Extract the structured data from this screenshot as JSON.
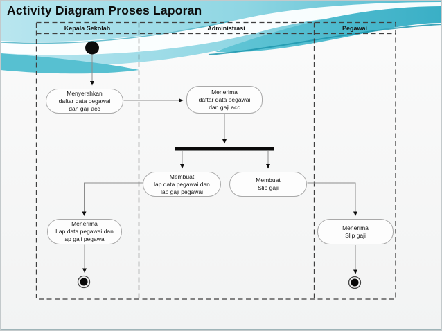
{
  "title": "Activity Diagram Proses Laporan",
  "diagram_type": "uml-activity-diagram",
  "lanes": [
    {
      "label": "Kepala Sekolah"
    },
    {
      "label": "Administrasi"
    },
    {
      "label": "Pegawai"
    }
  ],
  "activities": {
    "menyerahkan": "Menyerahkan\ndaftar data pegawai\ndan gaji acc",
    "menerima_daftar": "Menerima\ndaftar data pegawai\ndan gaji acc",
    "membuat_lap": "Membuat\nlap data pegawai dan\nlap gaji pegawai",
    "membuat_slip": "Membuat\nSlip gaji",
    "menerima_lap": "Menerima\nLap data pegawai dan\nlap gaji pegawai",
    "menerima_slip": "Menerima\nSlip gaji"
  },
  "nodes": {
    "initial_node": "initial-state",
    "fork_bar": "fork-synchronization-bar",
    "final_node_kepala": "final-state",
    "final_node_pegawai": "final-state"
  },
  "colors": {
    "accent_teal": "#41b3c9",
    "accent_teal_light": "#b9e6ef",
    "accent_teal_dark": "#1f97ae",
    "diagram_line": "#8c8c8c",
    "lane_border": "#3f3f3f",
    "node_fill": "#fdfdfd",
    "node_border": "#a9a9a9",
    "text": "#111111"
  }
}
